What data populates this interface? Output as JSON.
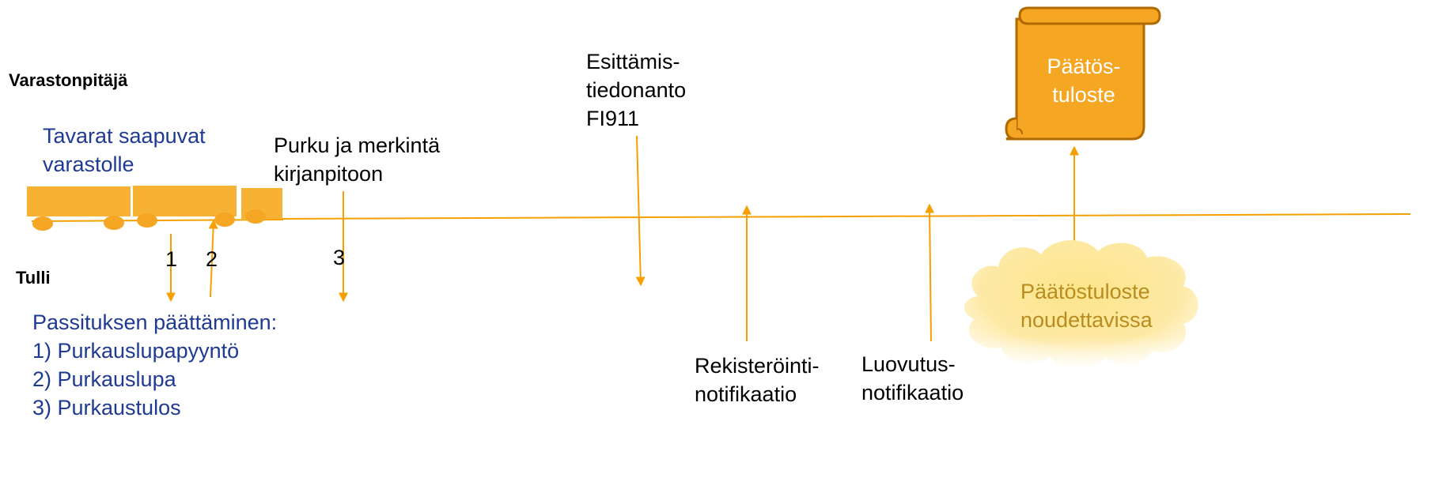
{
  "roles": {
    "warehouse": "Varastonpitäjä",
    "customs": "Tulli"
  },
  "events": {
    "goods_arrive": [
      "Tavarat saapuvat",
      "varastolle"
    ],
    "unloading": [
      "Purku ja merkintä",
      "kirjanpitoon"
    ],
    "presentation": [
      "Esittämis-",
      "tiedonanto",
      "FI911"
    ],
    "registration": [
      "Rekisteröinti-",
      "notifikaatio"
    ],
    "release": [
      "Luovutus-",
      "notifikaatio"
    ],
    "decision_doc": [
      "Päätös-",
      "tuloste"
    ],
    "decision_available": [
      "Päätöstuloste",
      "noudettavissa"
    ]
  },
  "step_numbers": [
    "1",
    "2",
    "3"
  ],
  "transit_end": {
    "heading": "Passituksen päättäminen:",
    "steps": [
      "1) Purkauslupapyyntö",
      "2) Purkauslupa",
      "3) Purkaustulos"
    ]
  },
  "colors": {
    "accent": "#f5a000",
    "truck": "#f7b233",
    "navy_text": "#1f3a93",
    "cloud": "#fde58a",
    "cloud_text": "#b98c1e",
    "scroll_text": "#ffffff"
  }
}
